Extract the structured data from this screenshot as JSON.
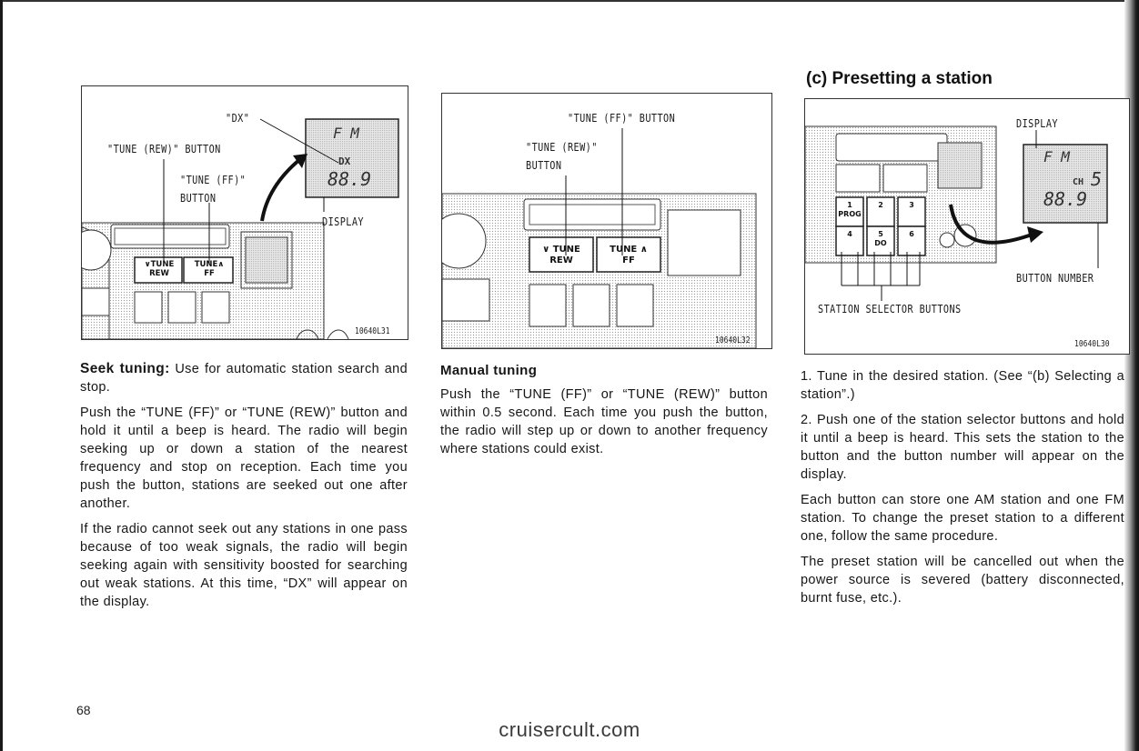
{
  "page": {
    "page_number": "68",
    "watermark": "cruisercult.com"
  },
  "figures": {
    "fig1": {
      "code": "10640L31",
      "label_dx": "\"DX\"",
      "label_tune_rew": "\"TUNE (REW)\" BUTTON",
      "label_tune_ff_line1": "\"TUNE (FF)\"",
      "label_tune_ff_line2": "BUTTON",
      "label_display": "DISPLAY",
      "btn_rew": "∨TUNE\nREW",
      "btn_ff": "TUNE∧\nFF",
      "lcd_fm": "F  M",
      "lcd_dx": "DX",
      "lcd_freq": "88.9"
    },
    "fig2": {
      "code": "10640L32",
      "label_tune_ff": "\"TUNE (FF)\" BUTTON",
      "label_tune_rew_line1": "\"TUNE (REW)\"",
      "label_tune_rew_line2": "BUTTON",
      "btn_rew": "∨ TUNE\nREW",
      "btn_ff": "TUNE ∧\nFF"
    },
    "fig3": {
      "code": "10640L30",
      "label_display": "DISPLAY",
      "label_button_number": "BUTTON NUMBER",
      "label_station_selector": "STATION SELECTOR BUTTONS",
      "lcd_fm": "F  M",
      "lcd_ch": "CH",
      "lcd_ch_num": "5",
      "lcd_freq": "88.9",
      "preset_buttons": [
        "1\nPROG",
        "2",
        "3",
        "4",
        "5\nDO",
        "6"
      ]
    }
  },
  "left_column": {
    "seek_heading": "Seek tuning:",
    "seek_intro": "Use for automatic station search and stop.",
    "para2": "Push the “TUNE (FF)” or “TUNE (REW)” button and hold it until a beep is heard. The radio will begin seeking up or down a station of the nearest frequency and stop on reception. Each time you push the button, stations are seeked out one after another.",
    "para3": "If the radio cannot seek out any stations in one pass because of too weak signals, the radio will begin seeking again with sensitivity boosted for searching out weak stations. At this time, “DX” will appear on the display."
  },
  "middle_column": {
    "heading": "Manual tuning",
    "para1": "Push the “TUNE (FF)” or “TUNE (REW)” button within 0.5 second. Each time you push the button, the radio will step up or down to another frequency where stations could exist."
  },
  "right_column": {
    "section_heading": "(c) Presetting a station",
    "step1": "1. Tune in the desired station. (See “(b) Selecting a station”.)",
    "step2": "2. Push one of the station selector buttons and hold it until a beep is heard. This sets the station to the button and the button number will appear on the display.",
    "para3": "Each button can store one AM station and one FM station. To change the preset station to a different one, follow the same procedure.",
    "para4": "The preset station will be cancelled out when the power source is severed (battery disconnected, burnt fuse, etc.)."
  }
}
